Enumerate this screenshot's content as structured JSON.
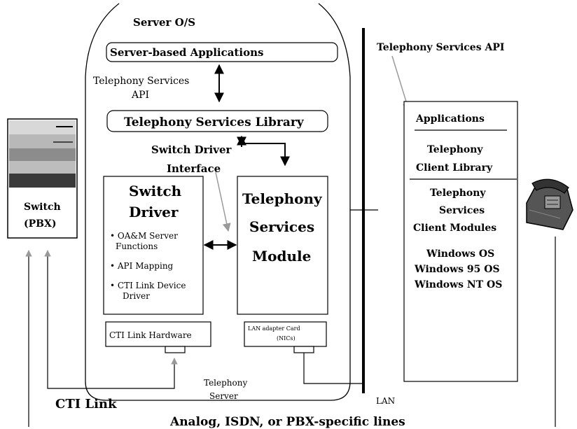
{
  "server": {
    "os_label": "Server O/S",
    "apps_label": "Server-based Applications",
    "ts_api_label_line1": "Telephony Services",
    "ts_api_label_line2": "API",
    "ts_library_label": "Telephony Services Library",
    "switch_driver_interface_line1": "Switch Driver",
    "switch_driver_interface_line2": "Interface",
    "switch_driver_title_line1": "Switch",
    "switch_driver_title_line2": "Driver",
    "switch_driver_bullets": [
      "• OA&M Server",
      "  Functions",
      "• API Mapping",
      "• CTI Link Device",
      "  Driver"
    ],
    "tsm_line1": "Telephony",
    "tsm_line2": "Services",
    "tsm_line3": "Module",
    "cti_link_hw_label": "CTI Link Hardware",
    "lan_adapter_line1": "LAN adapter Card",
    "lan_adapter_line2": "(NICs)",
    "telephony_server_line1": "Telephony",
    "telephony_server_line2": "Server"
  },
  "switch": {
    "label_line1": "Switch",
    "label_line2": "(PBX)"
  },
  "client": {
    "ts_api_label": "Telephony Services API",
    "applications": "Applications",
    "client_library_line1": "Telephony",
    "client_library_line2": "Client Library",
    "client_modules_line1": "Telephony",
    "client_modules_line2": "Services",
    "client_modules_line3": "Client Modules",
    "os_line1": "Windows OS",
    "os_line2": "Windows 95 OS",
    "os_line3": "Windows NT OS"
  },
  "bottom": {
    "lan_label": "LAN",
    "cti_link_label": "CTI Link",
    "lines_label": "Analog, ISDN, or PBX-specific lines"
  },
  "icons": [
    "telephone-icon",
    "pbx-switch-icon"
  ]
}
